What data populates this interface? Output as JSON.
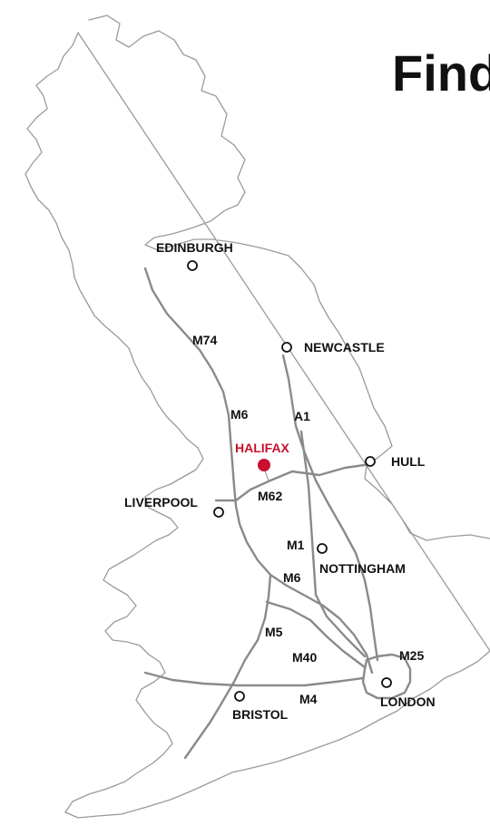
{
  "title": "Find",
  "highlight": {
    "name": "HALIFAX",
    "color": "#c8102e"
  },
  "cities": {
    "edinburgh": "EDINBURGH",
    "newcastle": "NEWCASTLE",
    "hull": "HULL",
    "liverpool": "LIVERPOOL",
    "nottingham": "NOTTINGHAM",
    "london": "LONDON",
    "bristol": "BRISTOL"
  },
  "roads": {
    "m74": "M74",
    "m6_north": "M6",
    "a1": "A1",
    "m62": "M62",
    "m1": "M1",
    "m6_south": "M6",
    "m5": "M5",
    "m40": "M40",
    "m25": "M25",
    "m4": "M4"
  },
  "colors": {
    "coast": "#9a9a9a",
    "road": "#8a8a8a",
    "accent": "#c8102e"
  }
}
